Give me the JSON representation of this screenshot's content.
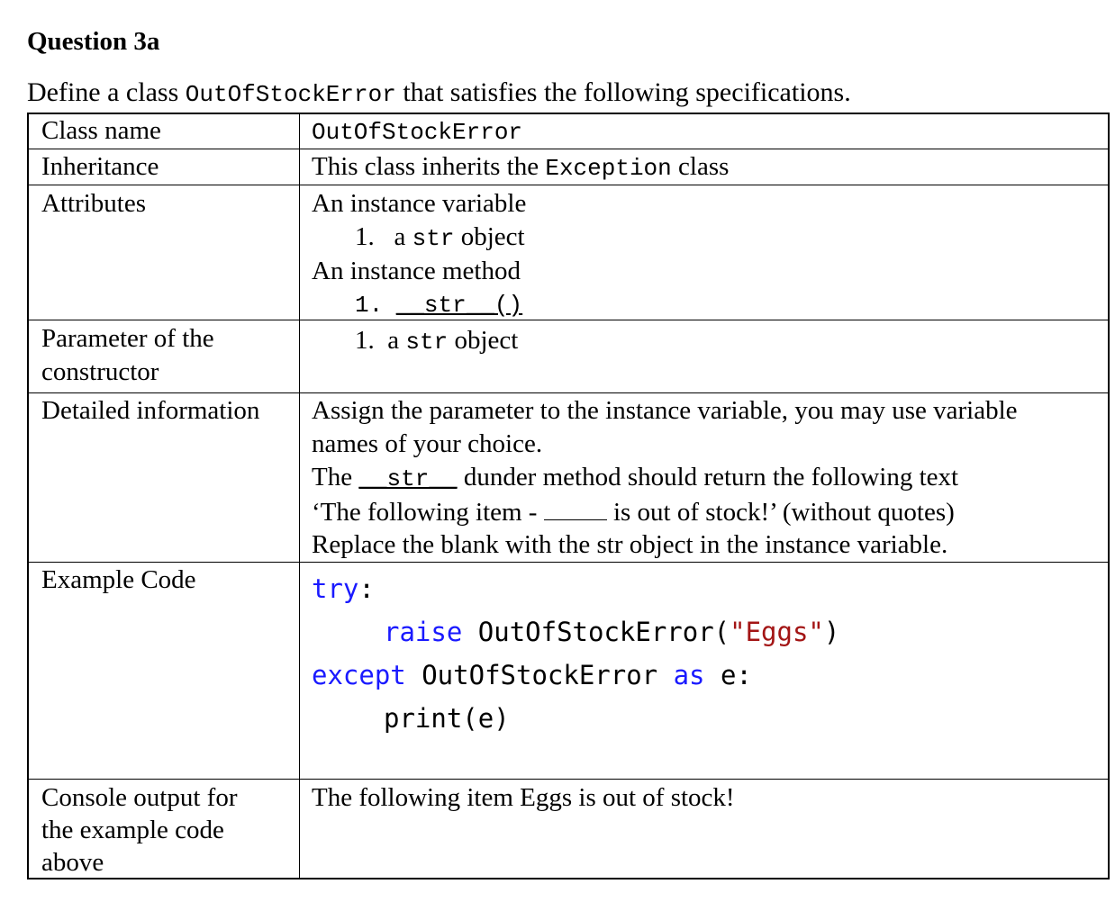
{
  "heading": "Question 3a",
  "intro": {
    "before": "Define a class ",
    "class_name": "OutOfStockError",
    "after": " that satisfies the following specifications."
  },
  "rows": {
    "class_name": {
      "label": "Class name",
      "value": "OutOfStockError"
    },
    "inheritance": {
      "label": "Inheritance",
      "before": "This class inherits the ",
      "code": "Exception",
      "after": " class"
    },
    "attributes": {
      "label": "Attributes",
      "var_heading": "An instance variable",
      "var_item_num": "1.",
      "var_item_a": "a ",
      "var_item_code": "str",
      "var_item_b": " object",
      "method_heading": "An instance method",
      "method_item_num": "1.",
      "method_item_code": "__str__()"
    },
    "constructor": {
      "label_line1": "Parameter of the",
      "label_line2": "constructor",
      "item_num": "1.",
      "item_a": "a ",
      "item_code": "str",
      "item_b": " object"
    },
    "detailed": {
      "label": "Detailed information",
      "line1": "Assign the parameter to the instance variable, you may use variable",
      "line2": "names of your choice.",
      "line3_a": "The ",
      "line3_code": "__str__",
      "line3_b": " dunder method should return the following text",
      "line4_a": "‘The following item - ",
      "line4_b": " is out of stock!’ (without quotes)",
      "line5": "Replace the blank with the str object in the instance variable."
    },
    "example": {
      "label": "Example Code",
      "kw_try": "try",
      "colon": ":",
      "kw_raise": "raise",
      "raise_call_a": " OutOfStockError(",
      "raise_arg": "\"Eggs\"",
      "raise_call_b": ")",
      "kw_except": "except",
      "except_name": " OutOfStockError ",
      "kw_as": "as",
      "except_var": " e:",
      "print_line": "print(e)"
    },
    "console": {
      "label_line1": "Console output for",
      "label_line2": "the example code",
      "label_line3": "above",
      "output": "The following item Eggs is out of stock!"
    }
  }
}
